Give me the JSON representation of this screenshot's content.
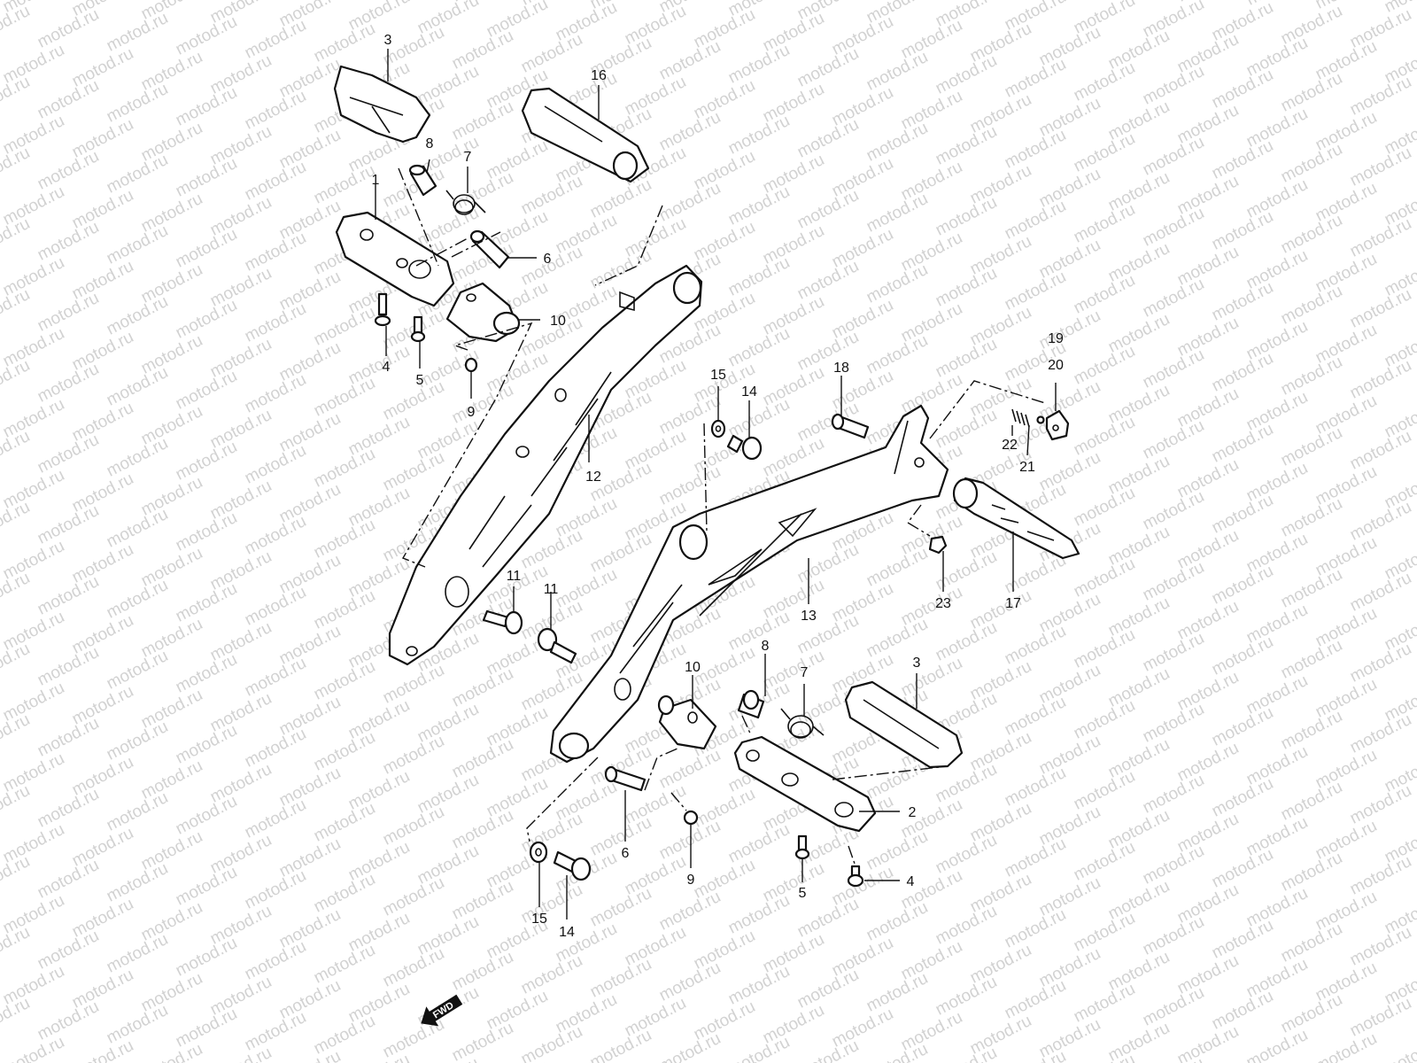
{
  "watermark": "motod.ru",
  "direction_marker": "FWD",
  "callouts": [
    {
      "id": "c3a",
      "text": "3"
    },
    {
      "id": "c16",
      "text": "16"
    },
    {
      "id": "c8a",
      "text": "8"
    },
    {
      "id": "c7a",
      "text": "7"
    },
    {
      "id": "c1",
      "text": "1"
    },
    {
      "id": "c6a",
      "text": "6"
    },
    {
      "id": "c10a",
      "text": "10"
    },
    {
      "id": "c4a",
      "text": "4"
    },
    {
      "id": "c5a",
      "text": "5"
    },
    {
      "id": "c9a",
      "text": "9"
    },
    {
      "id": "c12",
      "text": "12"
    },
    {
      "id": "c15a",
      "text": "15"
    },
    {
      "id": "c14a",
      "text": "14"
    },
    {
      "id": "c18",
      "text": "18"
    },
    {
      "id": "c19",
      "text": "19"
    },
    {
      "id": "c20",
      "text": "20"
    },
    {
      "id": "c22",
      "text": "22"
    },
    {
      "id": "c21",
      "text": "21"
    },
    {
      "id": "c11a",
      "text": "11"
    },
    {
      "id": "c11b",
      "text": "11"
    },
    {
      "id": "c13",
      "text": "13"
    },
    {
      "id": "c23",
      "text": "23"
    },
    {
      "id": "c17",
      "text": "17"
    },
    {
      "id": "c10b",
      "text": "10"
    },
    {
      "id": "c8b",
      "text": "8"
    },
    {
      "id": "c7b",
      "text": "7"
    },
    {
      "id": "c3b",
      "text": "3"
    },
    {
      "id": "c2",
      "text": "2"
    },
    {
      "id": "c6b",
      "text": "6"
    },
    {
      "id": "c9b",
      "text": "9"
    },
    {
      "id": "c5b",
      "text": "5"
    },
    {
      "id": "c4b",
      "text": "4"
    },
    {
      "id": "c15b",
      "text": "15"
    },
    {
      "id": "c14b",
      "text": "14"
    }
  ]
}
